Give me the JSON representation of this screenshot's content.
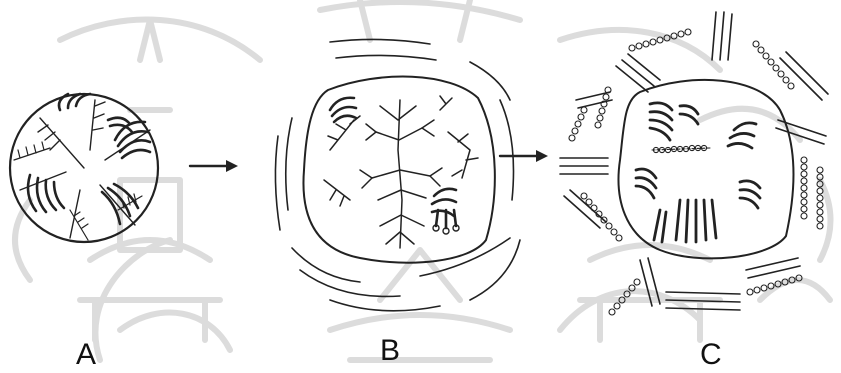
{
  "colors": {
    "ink": "#222222",
    "watermark": "#dcdcdc",
    "background": "#ffffff"
  },
  "panels": [
    {
      "id": "A",
      "label": "A"
    },
    {
      "id": "B",
      "label": "B"
    },
    {
      "id": "C",
      "label": "C"
    }
  ],
  "watermark": {
    "kind": "university-seal"
  }
}
